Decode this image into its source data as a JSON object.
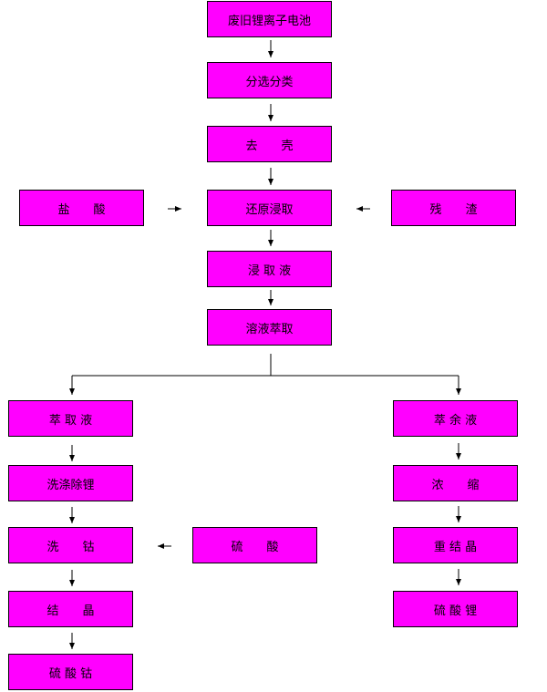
{
  "colors": {
    "box_fill": "#ff00ff",
    "line": "#000000",
    "background": "#ffffff"
  },
  "nodes": {
    "waste_battery": "废旧锂离子电池",
    "sorting": "分选分类",
    "shell_removal": "去　　壳",
    "hydrochloric_acid": "盐　　酸",
    "reductive_leaching": "还原浸取",
    "residue": "残　　渣",
    "leachate": "浸 取 液",
    "solvent_extraction": "溶液萃取",
    "extract": "萃 取 液",
    "raffinate": "萃 余 液",
    "wash_remove_lithium": "洗涤除锂",
    "concentrate": "浓　　缩",
    "sulfuric_acid": "硫　　酸",
    "wash_cobalt": "洗　　钴",
    "recrystallize": "重 结 晶",
    "crystallize": "结　　晶",
    "lithium_sulfate": "硫 酸 锂",
    "cobalt_sulfate": "硫 酸 钴"
  }
}
